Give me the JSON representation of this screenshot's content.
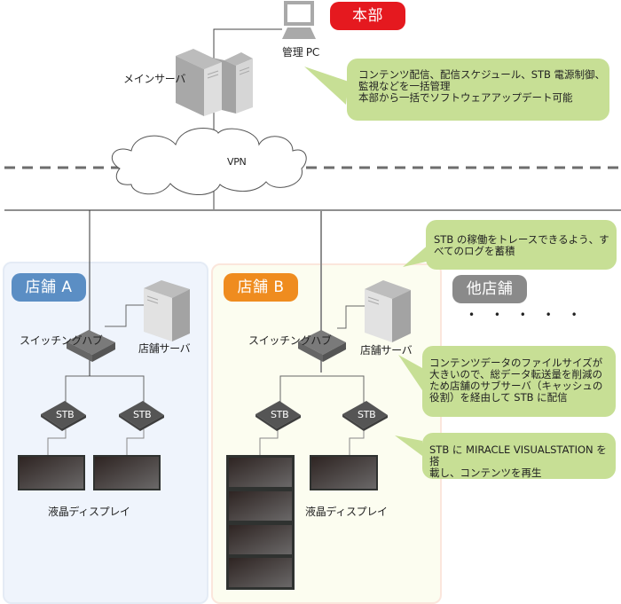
{
  "headquarters": {
    "tag": "本部",
    "admin_pc_label": "管理 PC",
    "main_server_label": "メインサーバ",
    "callout": "コンテンツ配信、配信スケジュール、STB 電源制御、\n監視などを一括管理\n本部から一括でソフトウェアアップデート可能"
  },
  "network": {
    "vpn_label": "VPN"
  },
  "store_a": {
    "tag": "店舗 A",
    "hub_label": "スイッチングハブ",
    "server_label": "店舗サーバ",
    "stb_labels": [
      "STB",
      "STB"
    ],
    "display_label": "液晶ディスプレイ"
  },
  "store_b": {
    "tag": "店舗 B",
    "hub_label": "スイッチングハブ",
    "server_label": "店舗サーバ",
    "stb_labels": [
      "STB",
      "STB"
    ],
    "display_label": "液晶ディスプレイ"
  },
  "other_stores": {
    "tag": "他店舗",
    "ellipsis": "• • • • •"
  },
  "callouts": {
    "server_log": "STB の稼働をトレースできるよう、す\nべてのログを蓄積",
    "cache": "コンテンツデータのファイルサイズが\n大きいので、総データ転送量を削減の\nため店舗のサブサーバ（キャッシュの\n役割）を経由して STB に配信",
    "stb_player": "STB に MIRACLE VISUALSTATION を搭\n載し、コンテンツを再生"
  },
  "colors": {
    "hq_red": "#e5191f",
    "store_a_blue": "#5b8ec4",
    "store_b_orange": "#ef8c1f",
    "other_gray": "#8a8a8a",
    "callout_green": "#c7df95"
  }
}
